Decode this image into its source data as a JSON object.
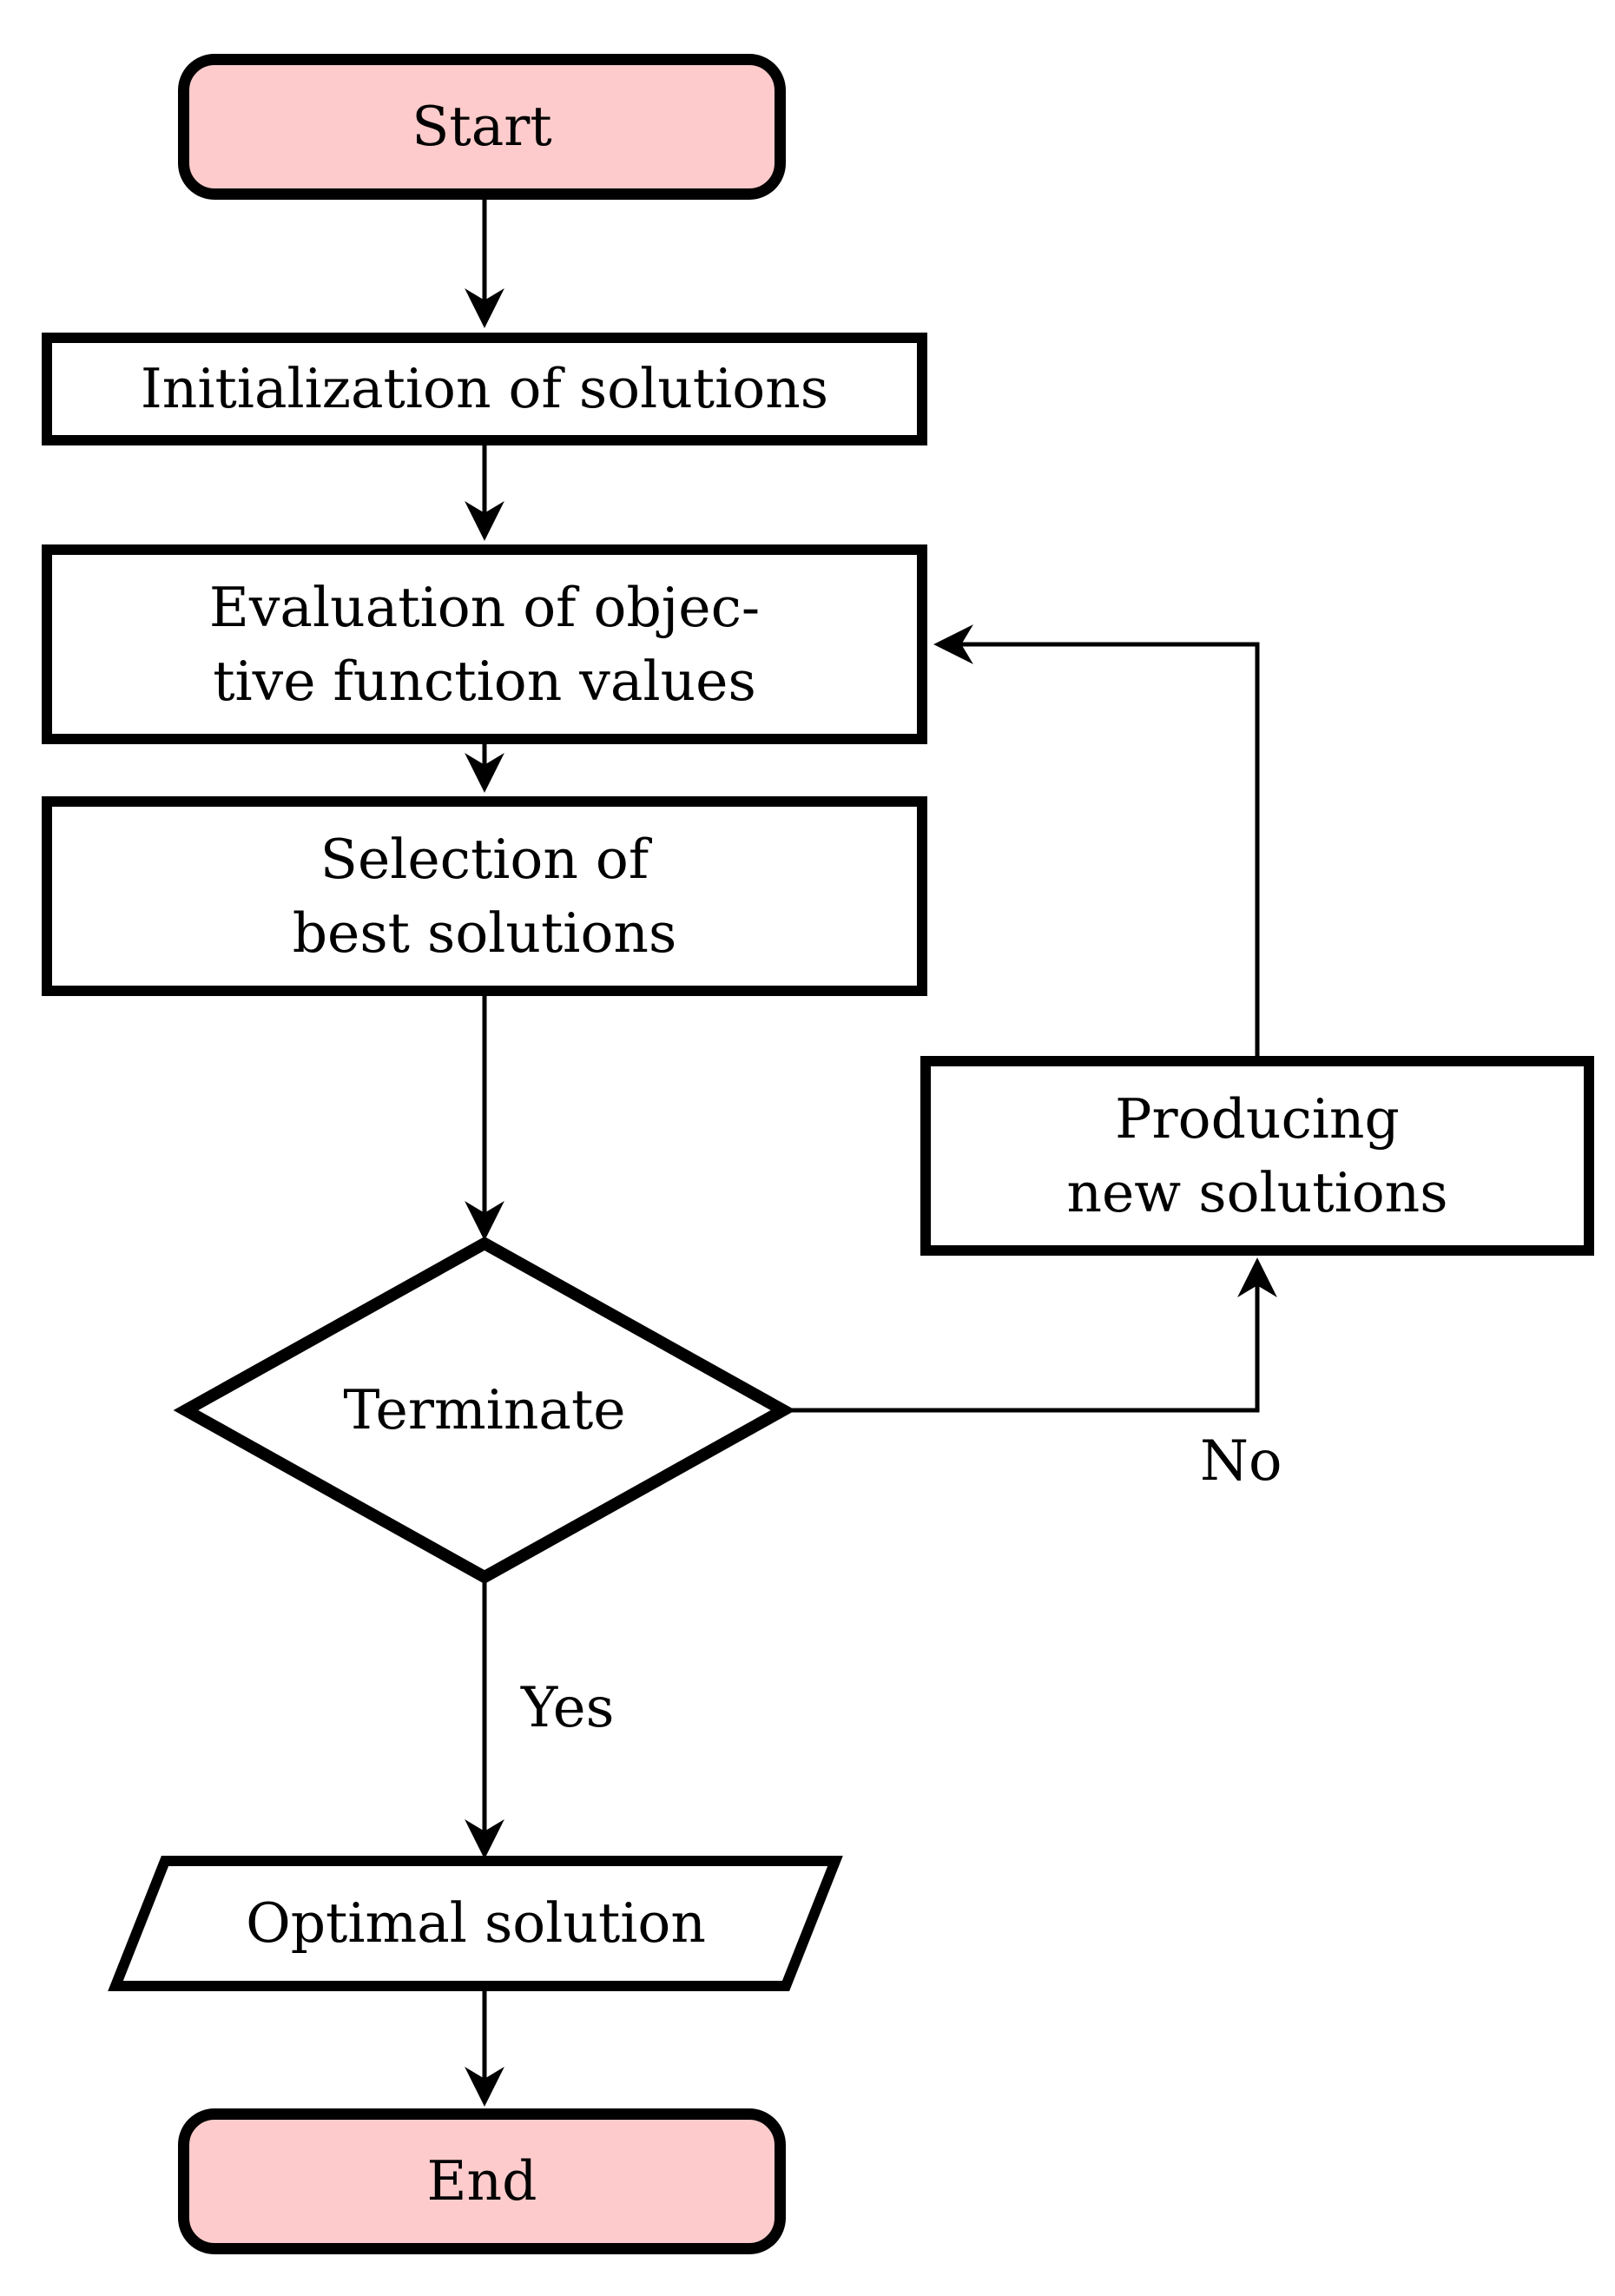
{
  "colors": {
    "background": "#FFFFFF",
    "line": "#000000",
    "terminal_fill": "#FDCBCB",
    "node_fill": "#FFFFFF"
  },
  "nodes": {
    "start": {
      "label": "Start",
      "shape": "rounded-terminal"
    },
    "init": {
      "label": "Initialization of solutions",
      "shape": "process"
    },
    "eval": {
      "label": "Evaluation of objec-\ntive function values",
      "shape": "process"
    },
    "select": {
      "label": "Selection of\nbest solutions",
      "shape": "process"
    },
    "terminate": {
      "label": "Terminate",
      "shape": "decision-diamond"
    },
    "producing": {
      "label": "Producing\nnew solutions",
      "shape": "process"
    },
    "optimal": {
      "label": "Optimal solution",
      "shape": "io-parallelogram"
    },
    "end": {
      "label": "End",
      "shape": "rounded-terminal"
    }
  },
  "edges": {
    "yes_label": "Yes",
    "no_label": "No"
  }
}
